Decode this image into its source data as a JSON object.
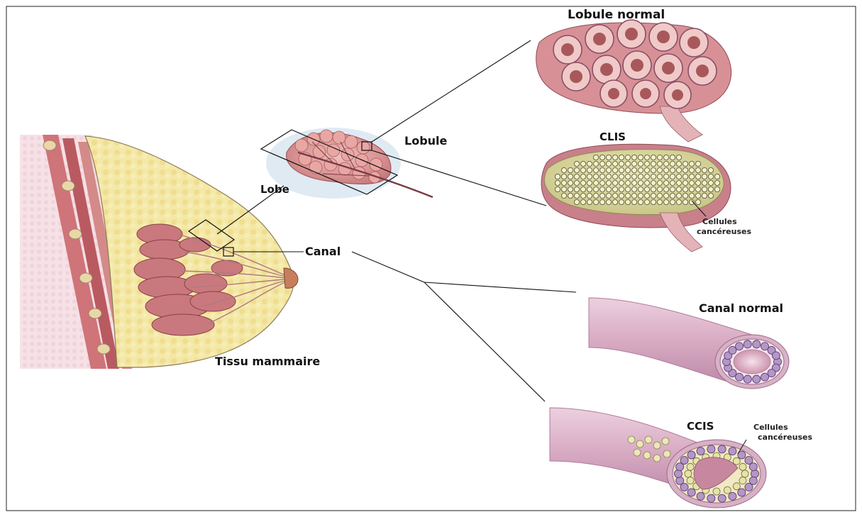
{
  "labels": {
    "lobule_normal": "Lobule normal",
    "lobule": "Lobule",
    "clis": "CLIS",
    "cellules_line1": "Cellules",
    "cellules_line2": "cancéreuses",
    "lobe": "Lobe",
    "canal": "Canal",
    "canal_normal": "Canal normal",
    "tissu_mammaire": "Tissu mammaire",
    "ccis": "CCIS"
  },
  "colors": {
    "tissue_pink": "#d98f8f",
    "tissue_dark": "#a8585a",
    "fat_yellow": "#f3e7a2",
    "skin_pink": "#f2d6dc",
    "duct_pink": "#d9a9c4",
    "cell_purple": "#8d6ea6",
    "cancer_cell": "#e6e3a8",
    "muscle_red": "#c0646a",
    "outline": "#222222"
  }
}
